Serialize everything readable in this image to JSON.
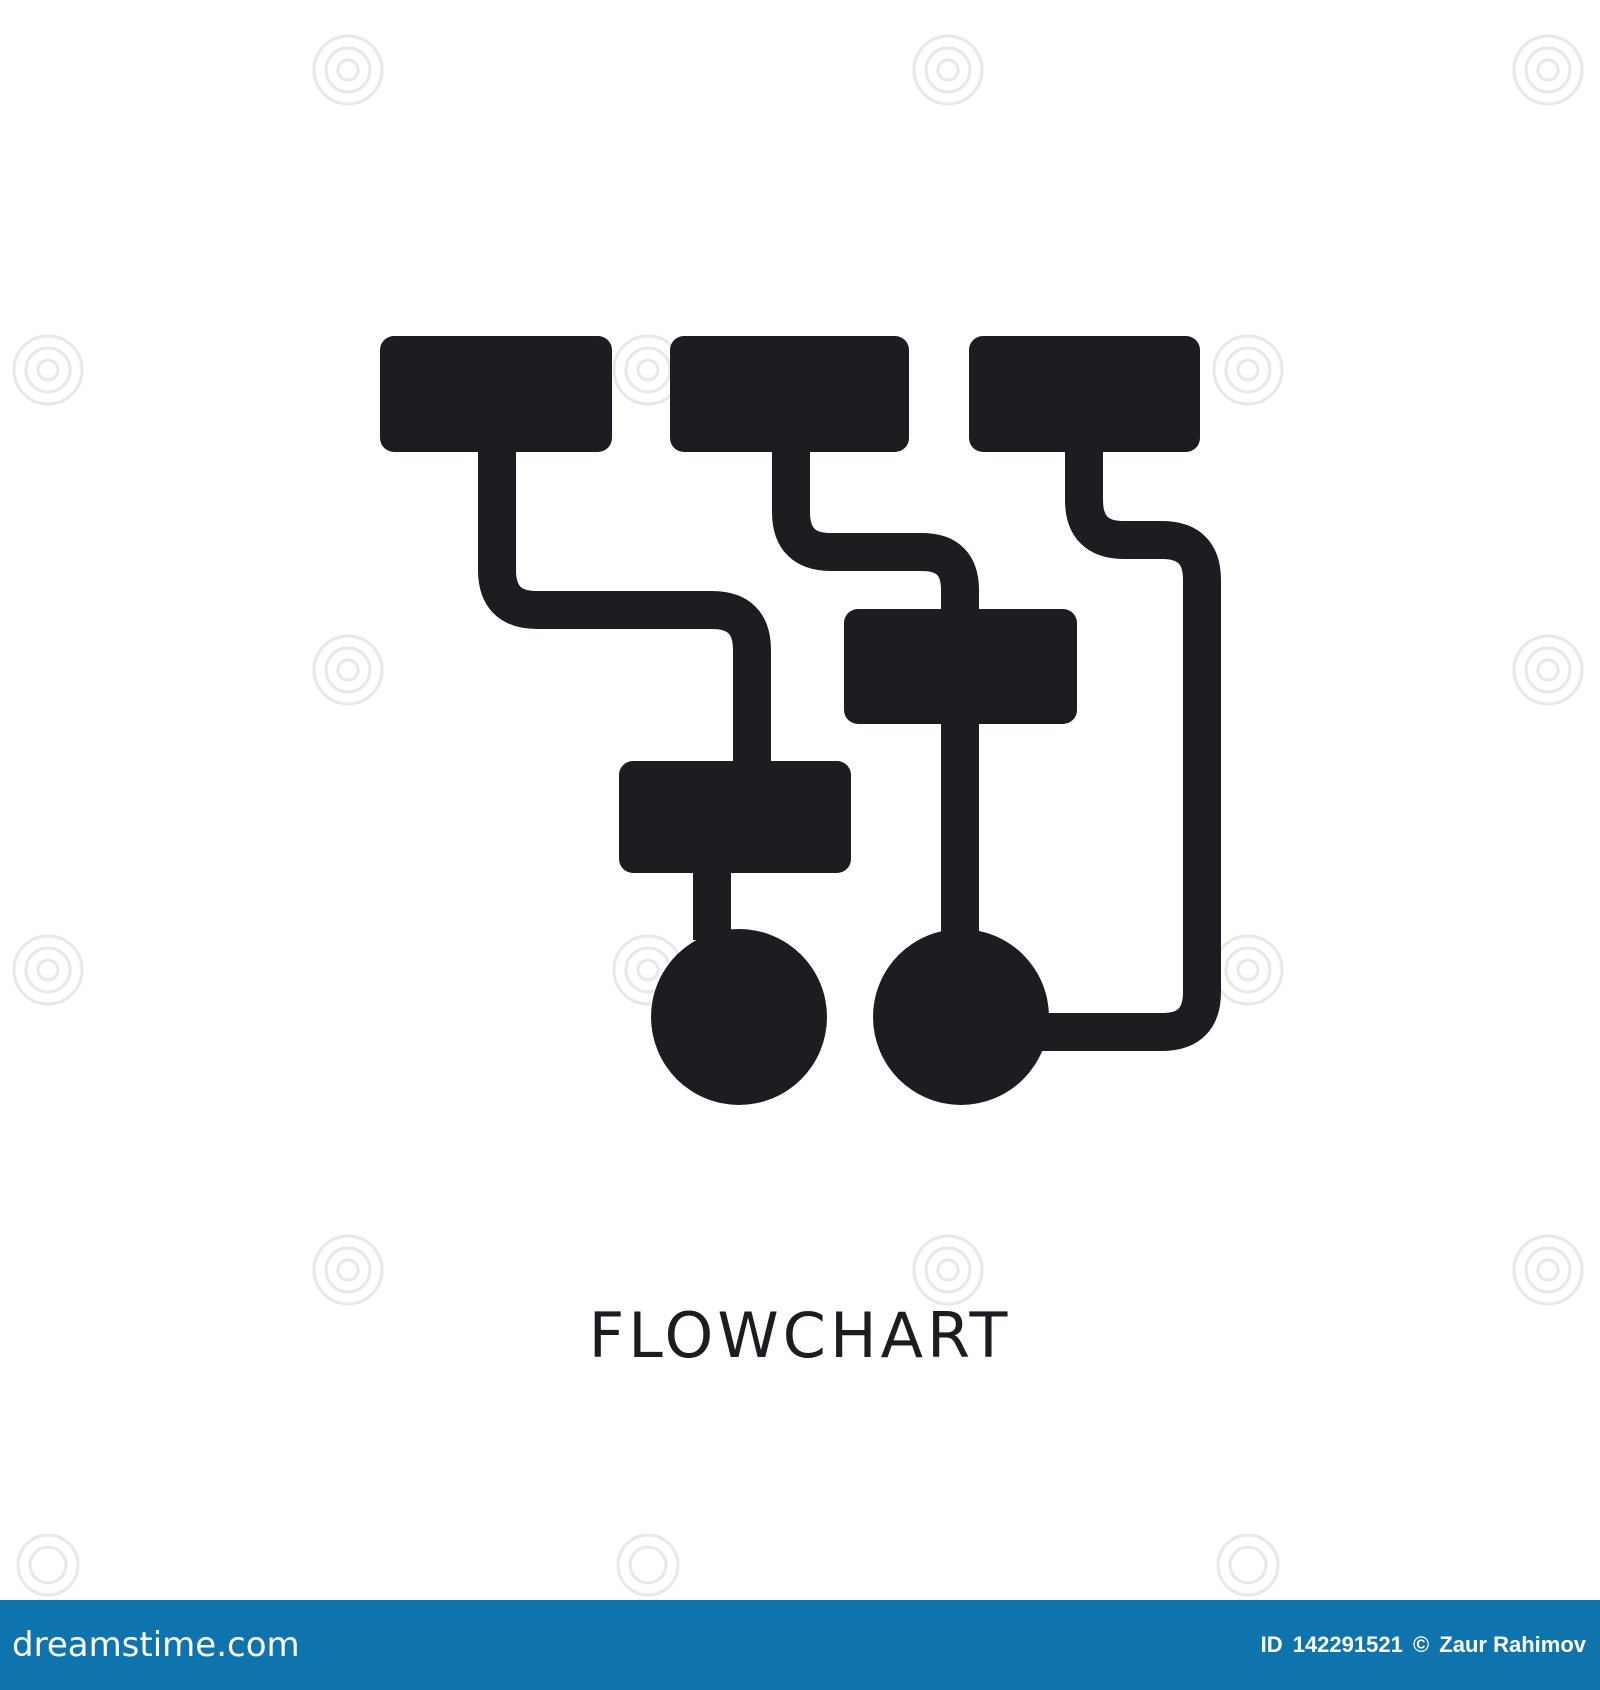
{
  "icon": {
    "name": "flowchart-icon",
    "color": "#1c1d21"
  },
  "title": "FLOWCHART",
  "footer": {
    "brand": "dreamstime.com",
    "id_label": "ID",
    "id_value": "142291521",
    "copyright_symbol": "©",
    "author": "Zaur Rahimov",
    "background_color": "#0f73ad"
  },
  "watermark": {
    "icon": "spiral-logo-icon",
    "color": "#e9e9ec"
  }
}
